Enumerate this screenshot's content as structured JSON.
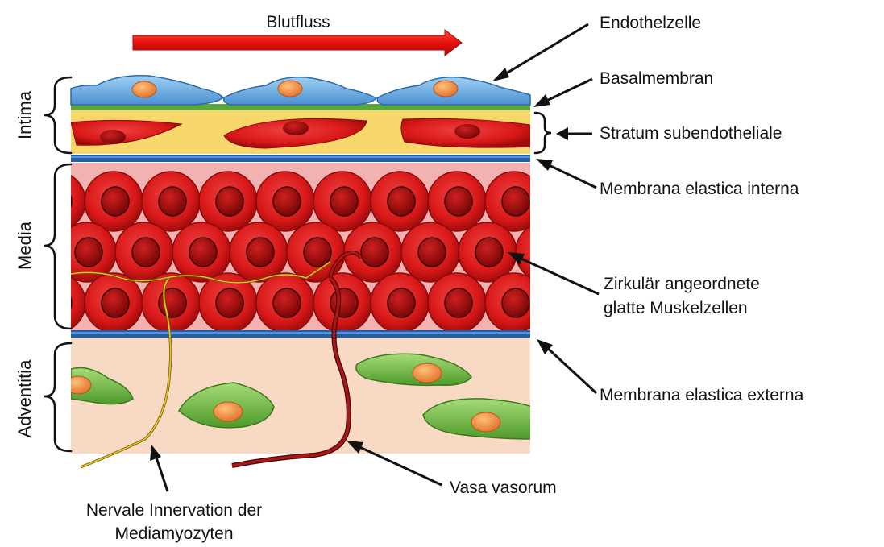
{
  "flow_label": "Blutfluss",
  "layers": {
    "intima": "Intima",
    "media": "Media",
    "adventitia": "Adventitia"
  },
  "labels": {
    "endothelzelle": "Endothelzelle",
    "basalmembran": "Basalmembran",
    "stratum_subendotheliale": "Stratum subendotheliale",
    "membrana_elastica_interna": "Membrana elastica interna",
    "muscle_line1": "Zirkulär angeordnete",
    "muscle_line2": "glatte Muskelzellen",
    "membrana_elastica_externa": "Membrana elastica externa",
    "vasa_vasorum": "Vasa vasorum",
    "nerve_line1": "Nervale Innervation der",
    "nerve_line2": "Mediamyozyten"
  },
  "colors": {
    "endothel": "#6aaee6",
    "nucleus": "#f0883a",
    "basal": "#5aa83c",
    "subendothel": "#f7d66a",
    "elastica": "#1f5fa8",
    "muscle": "#d81818",
    "media_bg": "#f2b2b2",
    "adventitia_bg": "#f7d9c4",
    "fibroblast": "#7cc24a",
    "arrow": "#e8110e",
    "nerve": "#d9b51c",
    "vessel": "#8a1010"
  }
}
